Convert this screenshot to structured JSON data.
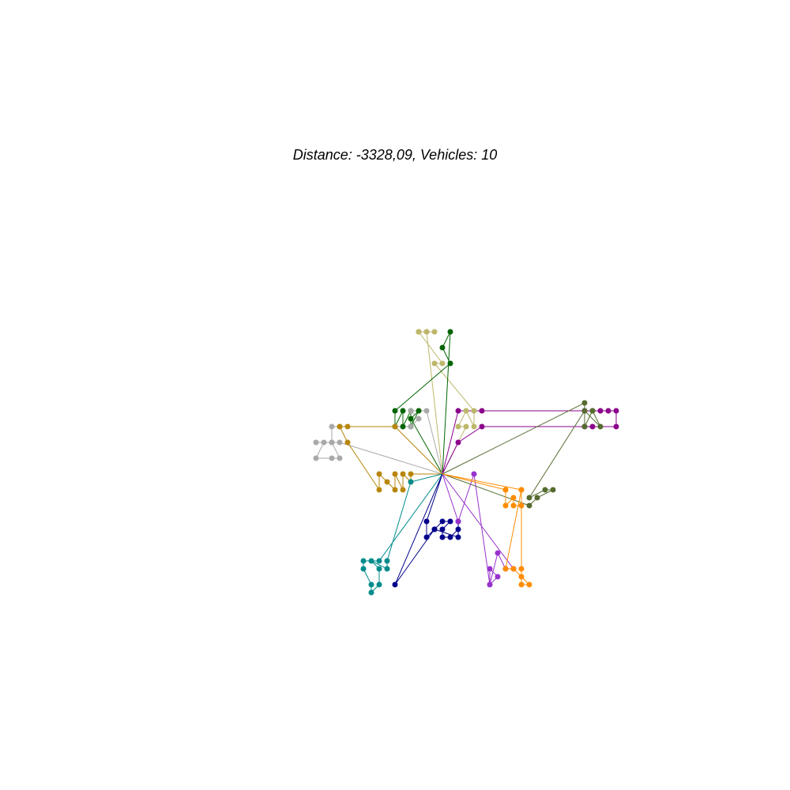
{
  "chart_data": {
    "type": "scatter",
    "title": "Distance: -3328,09, Vehicles: 10",
    "xlabel": "",
    "ylabel": "",
    "xlim": [
      0,
      100
    ],
    "ylim": [
      0,
      100
    ],
    "axes_visible": false,
    "grid": false,
    "depot": {
      "x": 56,
      "y": 40
    },
    "routes": [
      {
        "color": "#BDB76B",
        "stops": [
          [
            56,
            40
          ],
          [
            54,
            58
          ],
          [
            53,
            58
          ],
          [
            53,
            58
          ],
          [
            54,
            58
          ],
          [
            55,
            58
          ],
          [
            53,
            58
          ],
          [
            56,
            54
          ],
          [
            55,
            54
          ],
          [
            60,
            48
          ],
          [
            60,
            46
          ],
          [
            59,
            48
          ],
          [
            58,
            46
          ],
          [
            59,
            46
          ],
          [
            56,
            40
          ]
        ]
      },
      {
        "color": "#006400",
        "stops": [
          [
            56,
            40
          ],
          [
            57,
            58
          ],
          [
            56,
            56
          ],
          [
            57,
            54
          ],
          [
            50,
            48
          ],
          [
            50,
            46
          ],
          [
            51,
            48
          ],
          [
            51,
            46
          ],
          [
            52,
            48
          ],
          [
            52,
            46
          ],
          [
            53,
            48
          ],
          [
            52,
            47
          ],
          [
            56,
            40
          ]
        ]
      },
      {
        "color": "#8B008B",
        "stops": [
          [
            56,
            40
          ],
          [
            58,
            48
          ],
          [
            61,
            48
          ],
          [
            74,
            48
          ],
          [
            76,
            48
          ],
          [
            77,
            48
          ],
          [
            78,
            48
          ],
          [
            78,
            46
          ],
          [
            75,
            46
          ],
          [
            74,
            46
          ],
          [
            61,
            46
          ],
          [
            58,
            44
          ],
          [
            56,
            40
          ]
        ]
      },
      {
        "color": "#556B2F",
        "stops": [
          [
            56,
            40
          ],
          [
            74,
            49
          ],
          [
            74,
            46
          ],
          [
            75,
            48
          ],
          [
            75,
            48
          ],
          [
            76,
            46
          ],
          [
            74,
            48
          ],
          [
            67,
            37
          ],
          [
            69,
            38
          ],
          [
            70,
            38
          ],
          [
            68,
            37
          ],
          [
            67,
            36
          ],
          [
            56,
            40
          ]
        ]
      },
      {
        "color": "#A9A9A9",
        "stops": [
          [
            56,
            40
          ],
          [
            54,
            48
          ],
          [
            52,
            48
          ],
          [
            53,
            47
          ],
          [
            52,
            46
          ],
          [
            43,
            46
          ],
          [
            42,
            46
          ],
          [
            42,
            44
          ],
          [
            40,
            44
          ],
          [
            41,
            44
          ],
          [
            40,
            42
          ],
          [
            42,
            42
          ],
          [
            43,
            42
          ],
          [
            42,
            44
          ],
          [
            43,
            44
          ],
          [
            56,
            40
          ]
        ]
      },
      {
        "color": "#B8860B",
        "stops": [
          [
            56,
            40
          ],
          [
            50,
            46
          ],
          [
            44,
            46
          ],
          [
            43,
            46
          ],
          [
            44,
            44
          ],
          [
            48,
            38
          ],
          [
            48,
            40
          ],
          [
            49,
            39
          ],
          [
            50,
            38
          ],
          [
            50,
            40
          ],
          [
            51,
            38
          ],
          [
            51,
            40
          ],
          [
            52,
            39
          ],
          [
            52,
            40
          ],
          [
            56,
            40
          ]
        ]
      },
      {
        "color": "#008B8B",
        "stops": [
          [
            56,
            40
          ],
          [
            52,
            39
          ],
          [
            49,
            29
          ],
          [
            49,
            28
          ],
          [
            47,
            29
          ],
          [
            48,
            28
          ],
          [
            48,
            26
          ],
          [
            47,
            25
          ],
          [
            47,
            26
          ],
          [
            46,
            28
          ],
          [
            46,
            29
          ],
          [
            48,
            29
          ],
          [
            56,
            40
          ]
        ]
      },
      {
        "color": "#00008B",
        "stops": [
          [
            56,
            40
          ],
          [
            54,
            34
          ],
          [
            54,
            32
          ],
          [
            55,
            33
          ],
          [
            56,
            34
          ],
          [
            57,
            34
          ],
          [
            56,
            33
          ],
          [
            56,
            32
          ],
          [
            57,
            32
          ],
          [
            58,
            33
          ],
          [
            58,
            34
          ],
          [
            58,
            32
          ],
          [
            55,
            33
          ],
          [
            50,
            26
          ],
          [
            56,
            40
          ]
        ]
      },
      {
        "color": "#9932CC",
        "stops": [
          [
            56,
            40
          ],
          [
            58,
            34
          ],
          [
            60,
            40
          ],
          [
            62,
            26
          ],
          [
            62,
            28
          ],
          [
            63,
            27
          ],
          [
            62,
            26
          ],
          [
            63,
            30
          ],
          [
            64,
            28
          ],
          [
            65,
            28
          ],
          [
            56,
            40
          ]
        ]
      },
      {
        "color": "#FF8C00",
        "stops": [
          [
            56,
            40
          ],
          [
            64,
            38
          ],
          [
            64,
            38
          ],
          [
            64,
            36
          ],
          [
            65,
            37
          ],
          [
            65,
            36
          ],
          [
            66,
            36
          ],
          [
            66,
            38
          ],
          [
            66,
            28
          ],
          [
            66,
            26
          ],
          [
            67,
            26
          ],
          [
            66,
            27
          ],
          [
            65,
            28
          ],
          [
            64,
            28
          ],
          [
            66,
            38
          ],
          [
            56,
            40
          ]
        ]
      }
    ]
  }
}
